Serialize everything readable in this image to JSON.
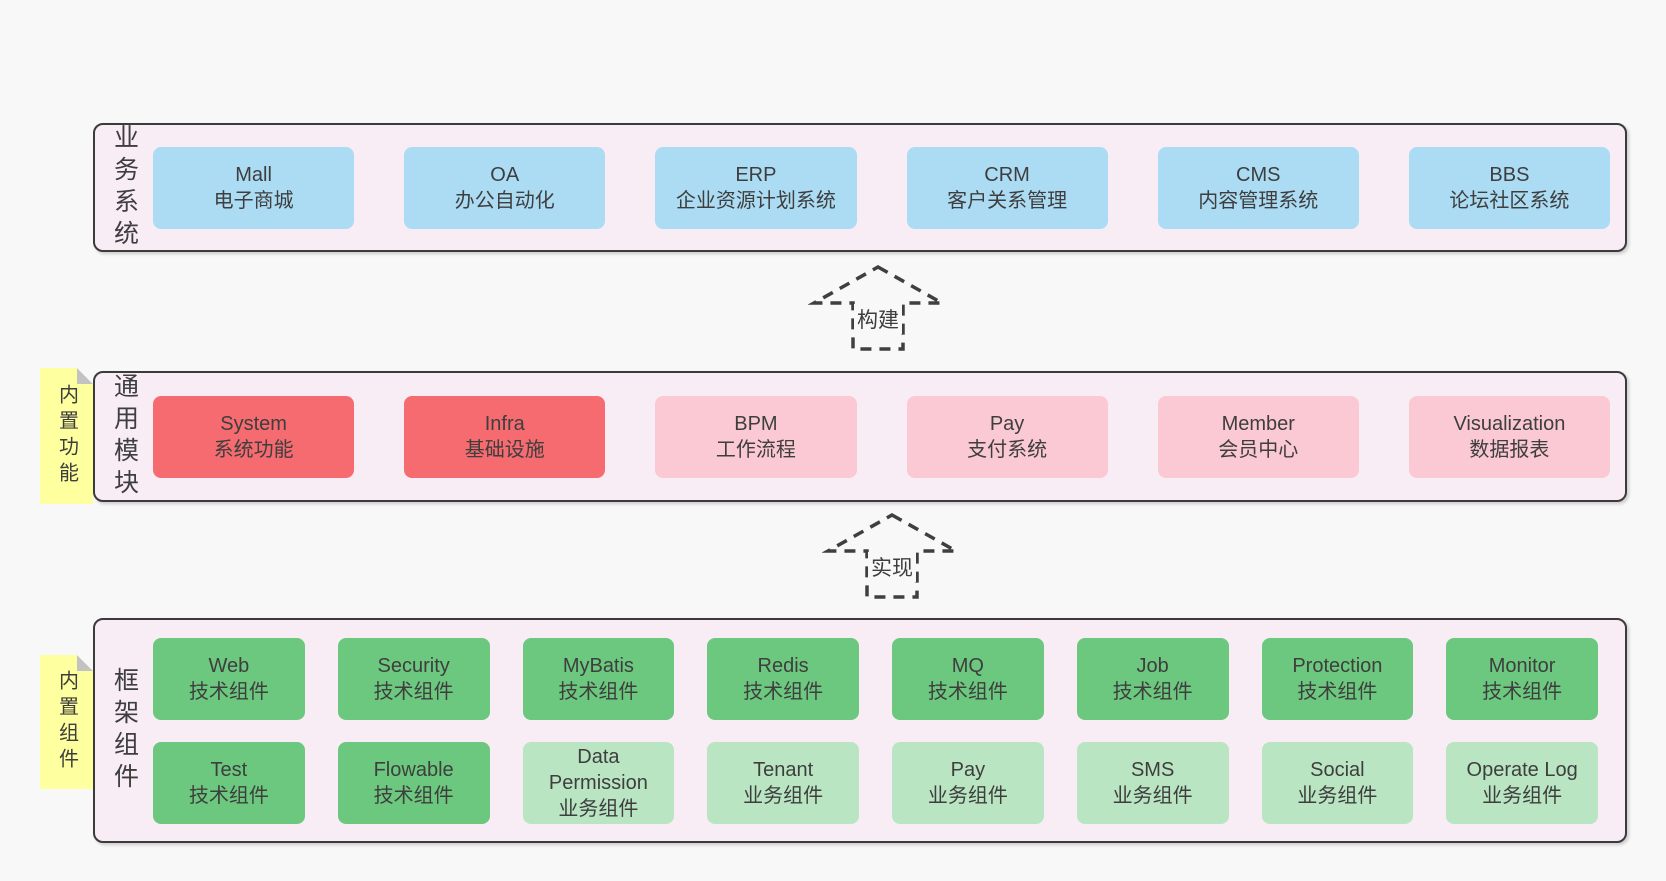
{
  "palette": {
    "page_bg": "#f8f8f8",
    "container_fill": "#f9edf5",
    "container_border": "#3b3b3b",
    "blue": "#abdcf4",
    "red": "#f56b70",
    "pink": "#fbc9d3",
    "green": "#6cc87e",
    "light_green": "#b9e5c2",
    "note_yellow": "#feff9e",
    "note_fold_gray": "#c2c2c2",
    "text": "#3e3e3e"
  },
  "notes": [
    {
      "text": "内置功能"
    },
    {
      "text": "内置组件"
    }
  ],
  "arrows": [
    {
      "label": "构建"
    },
    {
      "label": "实现"
    }
  ],
  "layers": {
    "business": {
      "label": "业务系统",
      "boxes": [
        {
          "name": "Mall",
          "desc": "电子商城"
        },
        {
          "name": "OA",
          "desc": "办公自动化"
        },
        {
          "name": "ERP",
          "desc": "企业资源计划系统"
        },
        {
          "name": "CRM",
          "desc": "客户关系管理"
        },
        {
          "name": "CMS",
          "desc": "内容管理系统"
        },
        {
          "name": "BBS",
          "desc": "论坛社区系统"
        }
      ]
    },
    "modules": {
      "label": "通用模块",
      "boxes": [
        {
          "name": "System",
          "desc": "系统功能"
        },
        {
          "name": "Infra",
          "desc": "基础设施"
        },
        {
          "name": "BPM",
          "desc": "工作流程"
        },
        {
          "name": "Pay",
          "desc": "支付系统"
        },
        {
          "name": "Member",
          "desc": "会员中心"
        },
        {
          "name": "Visualization",
          "desc": "数据报表"
        }
      ]
    },
    "components": {
      "label": "框架组件",
      "row1": [
        {
          "name": "Web",
          "desc": "技术组件"
        },
        {
          "name": "Security",
          "desc": "技术组件"
        },
        {
          "name": "MyBatis",
          "desc": "技术组件"
        },
        {
          "name": "Redis",
          "desc": "技术组件"
        },
        {
          "name": "MQ",
          "desc": "技术组件"
        },
        {
          "name": "Job",
          "desc": "技术组件"
        },
        {
          "name": "Protection",
          "desc": "技术组件"
        },
        {
          "name": "Monitor",
          "desc": "技术组件"
        }
      ],
      "row2": [
        {
          "name": "Test",
          "desc": "技术组件"
        },
        {
          "name": "Flowable",
          "desc": "技术组件"
        },
        {
          "name": "Data Permission",
          "desc": "业务组件"
        },
        {
          "name": "Tenant",
          "desc": "业务组件"
        },
        {
          "name": "Pay",
          "desc": "业务组件"
        },
        {
          "name": "SMS",
          "desc": "业务组件"
        },
        {
          "name": "Social",
          "desc": "业务组件"
        },
        {
          "name": "Operate Log",
          "desc": "业务组件"
        }
      ]
    }
  }
}
